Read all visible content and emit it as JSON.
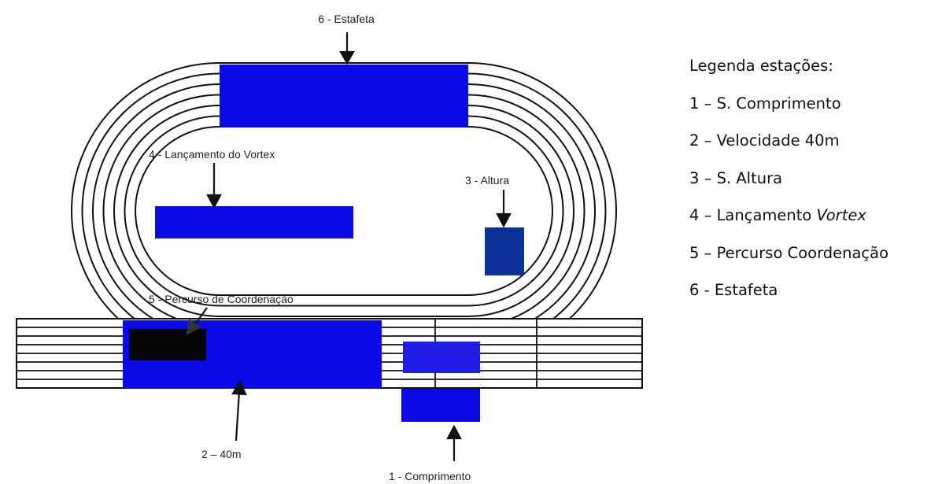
{
  "colors": {
    "station_blue": "#0A0AE8",
    "altura_blue": "#0A3296",
    "comprimento_pit": "#1E1EE6",
    "coordination_black": "#050505",
    "track_line": "#111111"
  },
  "labels": {
    "estafeta": "6 - Estafeta",
    "vortex": "4 - Lançamento do Vortex",
    "altura": "3 - Altura",
    "coordenacao": "5 - Percurso de Coordenação",
    "velocidade": "2 – 40m",
    "comprimento": "1 - Comprimento"
  },
  "legend": {
    "title": "Legenda estações:",
    "items": [
      {
        "number": "1 – ",
        "text": "S. Comprimento",
        "italic": ""
      },
      {
        "number": "2 – ",
        "text": "Velocidade 40m",
        "italic": ""
      },
      {
        "number": "3 – ",
        "text": "S. Altura",
        "italic": ""
      },
      {
        "number": "4 – ",
        "text": "Lançamento ",
        "italic": "Vortex"
      },
      {
        "number": "5 – ",
        "text": "Percurso Coordenação",
        "italic": ""
      },
      {
        "number": "6 - ",
        "text": "Estafeta",
        "italic": ""
      }
    ]
  }
}
